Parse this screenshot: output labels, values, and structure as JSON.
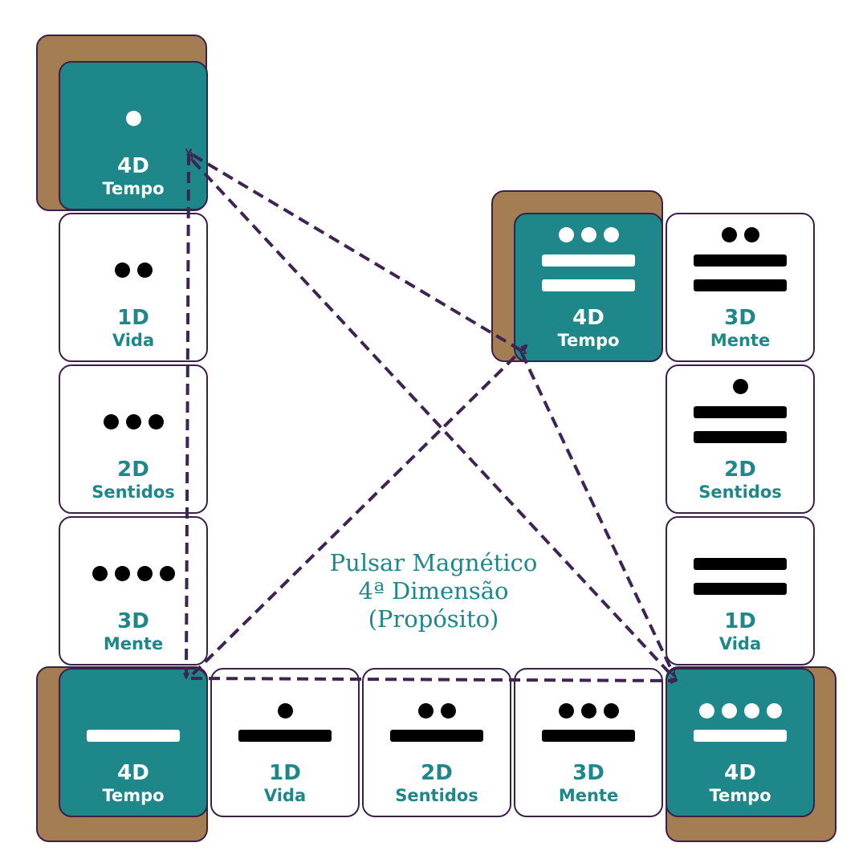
{
  "colors": {
    "teal": "#1e878a",
    "shadow_brown": "#a57d52",
    "outline_purple": "#3b2148",
    "arrow_purple": "#3e2453",
    "white_tile": "#ffffff"
  },
  "center_title": {
    "line1": "Pulsar Magnético",
    "line2": "4ª Dimensão",
    "line3": "(Propósito)"
  },
  "tiles": [
    {
      "id": "left-1",
      "number": "4D",
      "label": "Tempo",
      "dots": 1,
      "bars": 0,
      "teal": true
    },
    {
      "id": "left-2",
      "number": "1D",
      "label": "Vida",
      "dots": 2,
      "bars": 0,
      "teal": false
    },
    {
      "id": "left-3",
      "number": "2D",
      "label": "Sentidos",
      "dots": 3,
      "bars": 0,
      "teal": false
    },
    {
      "id": "left-4",
      "number": "3D",
      "label": "Mente",
      "dots": 4,
      "bars": 0,
      "teal": false
    },
    {
      "id": "corner-bl",
      "number": "4D",
      "label": "Tempo",
      "dots": 0,
      "bars": 1,
      "teal": true
    },
    {
      "id": "bottom-2",
      "number": "1D",
      "label": "Vida",
      "dots": 1,
      "bars": 1,
      "teal": false
    },
    {
      "id": "bottom-3",
      "number": "2D",
      "label": "Sentidos",
      "dots": 2,
      "bars": 1,
      "teal": false
    },
    {
      "id": "bottom-4",
      "number": "3D",
      "label": "Mente",
      "dots": 3,
      "bars": 1,
      "teal": false
    },
    {
      "id": "corner-br",
      "number": "4D",
      "label": "Tempo",
      "dots": 4,
      "bars": 1,
      "teal": true
    },
    {
      "id": "right-3",
      "number": "1D",
      "label": "Vida",
      "dots": 0,
      "bars": 2,
      "teal": false
    },
    {
      "id": "right-2",
      "number": "2D",
      "label": "Sentidos",
      "dots": 1,
      "bars": 2,
      "teal": false
    },
    {
      "id": "right-1",
      "number": "3D",
      "label": "Mente",
      "dots": 2,
      "bars": 2,
      "teal": false
    },
    {
      "id": "top-right-teal",
      "number": "4D",
      "label": "Tempo",
      "dots": 3,
      "bars": 2,
      "teal": true
    }
  ]
}
